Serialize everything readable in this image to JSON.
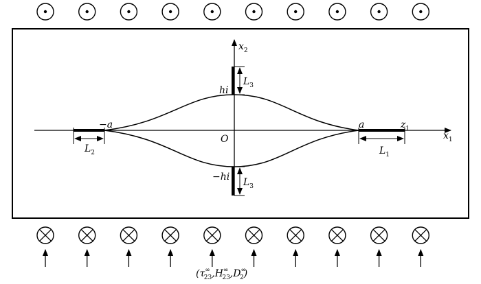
{
  "labels": {
    "x1": "x",
    "x1_sub": "1",
    "x2": "x",
    "x2_sub": "2",
    "z1": "z",
    "z1_sub": "1",
    "origin": "O",
    "a_pos": "a",
    "a_neg": "−a",
    "hi_pos": "hi",
    "hi_neg": "−hi",
    "L1": "L",
    "L1_sub": "1",
    "L2": "L",
    "L2_sub": "2",
    "L3_top": "L",
    "L3_top_sub": "3",
    "L3_bot": "L",
    "L3_bot_sub": "3"
  },
  "loading": {
    "open": "(",
    "tau": "τ",
    "tau_sub": "23",
    "tau_sup": "∞",
    "sep1": ",",
    "H": "H",
    "H_sub": "23",
    "H_sup": "∞",
    "sep2": ",",
    "D": "D",
    "D_sub": "2",
    "D_sup": "∞",
    "close": ")"
  },
  "field_symbols": {
    "top_row": "out-of-plane",
    "bottom_row": "into-plane",
    "count_per_row": 10
  }
}
